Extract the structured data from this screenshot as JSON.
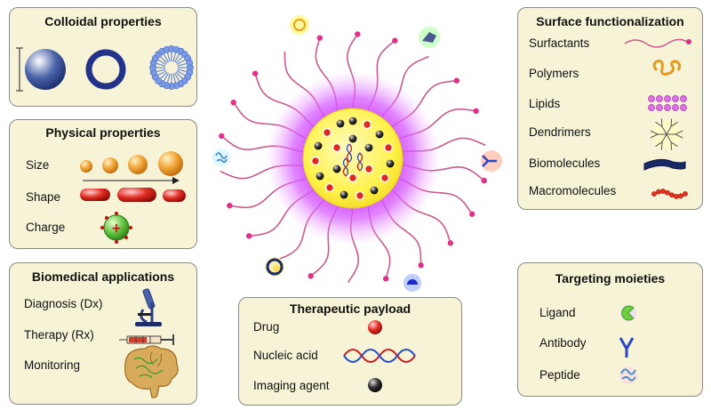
{
  "colloidal": {
    "title": "Colloidal properties"
  },
  "physical": {
    "title": "Physical properties",
    "size_label": "Size",
    "shape_label": "Shape",
    "charge_label": "Charge"
  },
  "biomedical": {
    "title": "Biomedical applications",
    "items": [
      "Diagnosis (Dx)",
      "Therapy (Rx)",
      "Monitoring"
    ]
  },
  "payload": {
    "title": "Therapeutic payload",
    "items": [
      "Drug",
      "Nucleic acid",
      "Imaging agent"
    ]
  },
  "surface": {
    "title": "Surface functionalization",
    "items": [
      "Surfactants",
      "Polymers",
      "Lipids",
      "Dendrimers",
      "Biomolecules",
      "Macromolecules"
    ]
  },
  "targeting": {
    "title": "Targeting moieties",
    "items": [
      "Ligand",
      "Antibody",
      "Peptide"
    ]
  },
  "colors": {
    "panel_bg": "#f6f3d6",
    "core": "#fff24a",
    "glow": "#d040ff",
    "tether": "#cc5a8c",
    "drug": "#e02a20",
    "imaging": "#222222"
  }
}
